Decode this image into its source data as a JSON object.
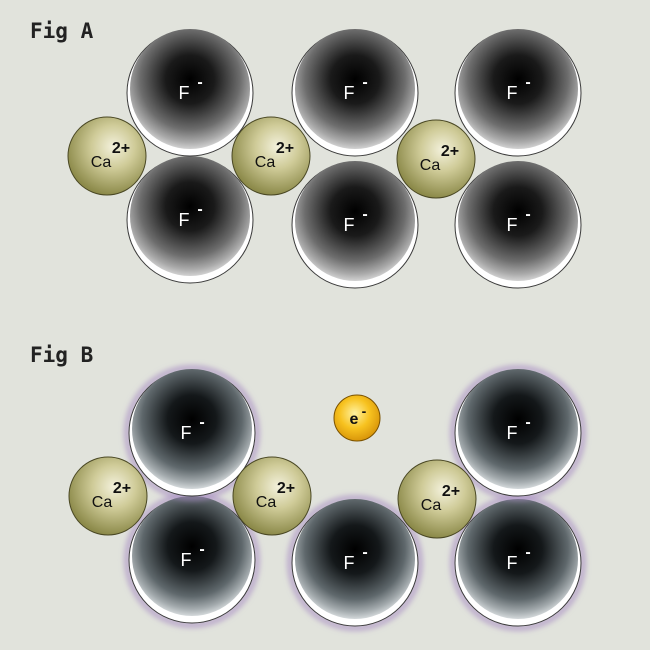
{
  "figures": [
    {
      "label": "Fig A",
      "fluoride": [
        {
          "symbol": "F",
          "charge": "-"
        },
        {
          "symbol": "F",
          "charge": "-"
        },
        {
          "symbol": "F",
          "charge": "-"
        },
        {
          "symbol": "F",
          "charge": "-"
        },
        {
          "symbol": "F",
          "charge": "-"
        },
        {
          "symbol": "F",
          "charge": "-"
        }
      ],
      "calcium": [
        {
          "symbol": "Ca",
          "charge": "2+"
        },
        {
          "symbol": "Ca",
          "charge": "2+"
        },
        {
          "symbol": "Ca",
          "charge": "2+"
        }
      ]
    },
    {
      "label": "Fig B",
      "fluoride": [
        {
          "symbol": "F",
          "charge": "-"
        },
        {
          "symbol": "F",
          "charge": "-"
        },
        {
          "symbol": "F",
          "charge": "-"
        },
        {
          "symbol": "F",
          "charge": "-"
        },
        {
          "symbol": "F",
          "charge": "-"
        }
      ],
      "calcium": [
        {
          "symbol": "Ca",
          "charge": "2+"
        },
        {
          "symbol": "Ca",
          "charge": "2+"
        },
        {
          "symbol": "Ca",
          "charge": "2+"
        }
      ],
      "electron": {
        "symbol": "e",
        "charge": "-"
      }
    }
  ],
  "colors": {
    "background": "#e1e3dc",
    "fluoride_core": "#000000",
    "fluoride_rim": "#ffffff",
    "calcium_light": "#f0eed6",
    "calcium_dark": "#8c8a4a",
    "electron_light": "#ffe98a",
    "electron_dark": "#d9960a",
    "glow": "#a58ac2"
  }
}
